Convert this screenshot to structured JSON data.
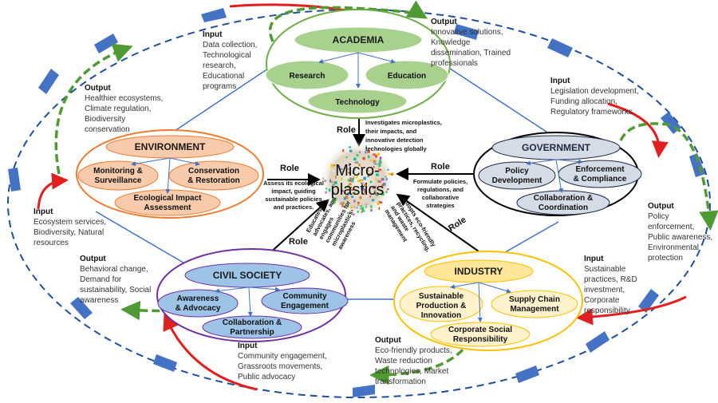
{
  "center": {
    "lines": [
      "Micro-",
      "plastics"
    ]
  },
  "hubs": {
    "academia": {
      "title": "ACADEMIA",
      "subs": [
        "Research",
        "Education",
        "Technology"
      ],
      "input": {
        "title": "Input",
        "lines": [
          "Data collection,",
          "Technological",
          "research,",
          "Educational",
          "programs"
        ]
      },
      "output": {
        "title": "Output",
        "lines": [
          "Innovative solutions,",
          "Knowledge",
          "dissemination, Trained",
          "professionals"
        ]
      },
      "role": {
        "label": "Role",
        "lines": [
          "Investigates microplastics,",
          "their impacts, and",
          "innovative detection",
          "technologies globally"
        ]
      }
    },
    "environment": {
      "title": "ENVIRONMENT",
      "subs": [
        "Monitoring &",
        "Surveillance",
        "Conservation",
        "& Restoration",
        "Ecological Impact",
        "Assessment"
      ],
      "input": {
        "title": "Input",
        "lines": [
          "Ecosystem services,",
          "Biodiversity, Natural",
          "resources"
        ]
      },
      "output": {
        "title": "Output",
        "lines": [
          "Healthier ecosystems,",
          "Climate regulation,",
          "Biodiversity",
          "conservation"
        ]
      },
      "role": {
        "label": "Role",
        "lines": [
          "Assess its ecological",
          "impact, guiding",
          "sustainable policies",
          "and practices."
        ]
      }
    },
    "government": {
      "title": "GOVERNMENT",
      "subs": [
        "Policy",
        "Development",
        "Enforcement",
        "& Compliance",
        "Collaboration &",
        "Coordination"
      ],
      "input": {
        "title": "Input",
        "lines": [
          "Legislation development,",
          "Funding allocation,",
          "Regulatory frameworks"
        ]
      },
      "output": {
        "title": "Output",
        "lines": [
          "Policy",
          "enforcement,",
          "Public awareness,",
          "Environmental",
          "protection"
        ]
      },
      "role": {
        "label": "Role",
        "lines": [
          "Formulate policies,",
          "regulations, and",
          "collaborative",
          "strategies"
        ]
      }
    },
    "civil": {
      "title": "CIVIL SOCIETY",
      "subs": [
        "Awareness",
        "& Advocacy",
        "Community",
        "Engagement",
        "Collaboration &",
        "Partnership"
      ],
      "input": {
        "title": "Input",
        "lines": [
          "Community engagement,",
          "Grassroots movements,",
          "Public advocacy"
        ]
      },
      "output": {
        "title": "Output",
        "lines": [
          "Behavioral change,",
          "Demand for",
          "sustainability, Social",
          "awareness"
        ]
      },
      "role": {
        "label": "Role",
        "lines": [
          "Educates,",
          "advocates, and",
          "engages",
          "communities for",
          "microplastics",
          "awareness"
        ]
      }
    },
    "industry": {
      "title": "INDUSTRY",
      "subs": [
        "Sustainable",
        "Production &",
        "Innovation",
        "Supply Chain",
        "Management",
        "Corporate Social",
        "Responsibility"
      ],
      "input": {
        "title": "Input",
        "lines": [
          "Sustainable",
          "practices, R&D",
          "investment,",
          "Corporate",
          "responsibility"
        ]
      },
      "output": {
        "title": "Output",
        "lines": [
          "Eco-friendly products,",
          "Waste reduction",
          "technologies, Market",
          "transformation"
        ]
      },
      "role": {
        "label": "Role",
        "lines": [
          "Adopts eco-friendly",
          "practices, recycling,",
          "and waste",
          "management"
        ]
      }
    }
  },
  "colors": {
    "academia": "#70ad47",
    "environment": "#ed7d31",
    "government": "#1f2a44",
    "civil": "#7030a0",
    "industry": "#ffc000",
    "outer_ring": "#1f4e9c",
    "red_arrow": "#e11f1f",
    "green_arrow": "#4f9a33",
    "blue_arrow": "#4472c4"
  }
}
